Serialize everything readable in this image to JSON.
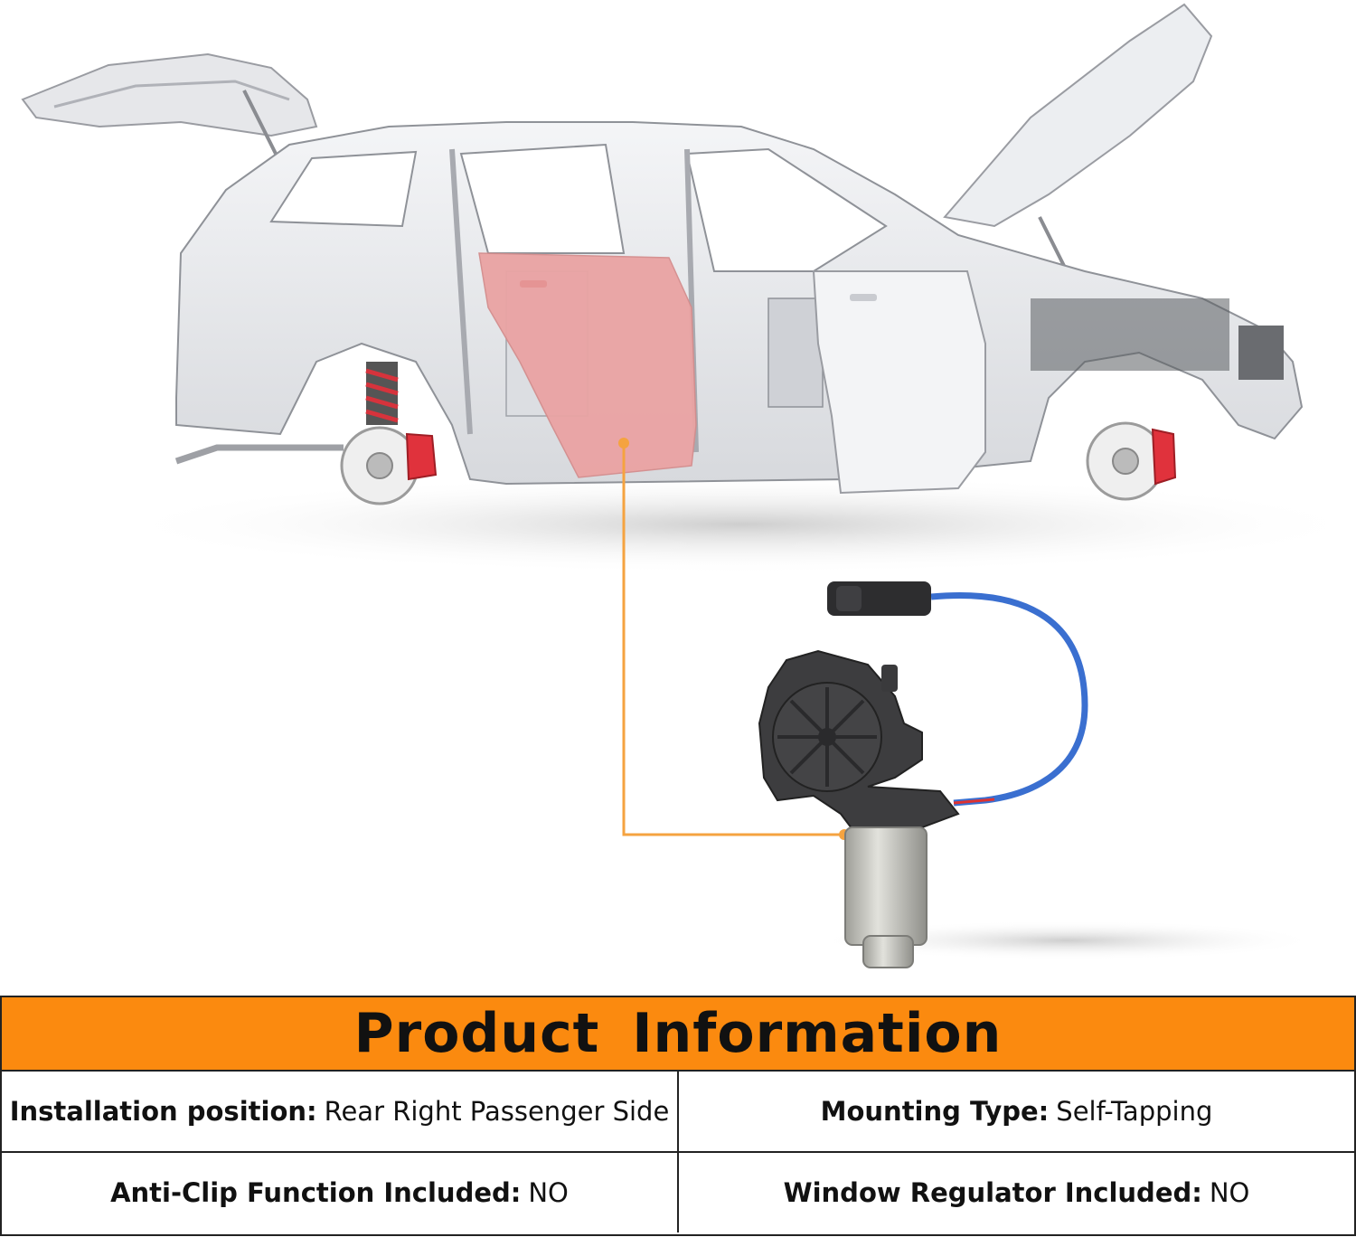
{
  "colors": {
    "header_bg": "#fb8a0f",
    "highlighted_door": "#eaa3a3",
    "leader_line": "#f5a340",
    "caliper": "#e0323c",
    "motor_housing": "#3d3d3f",
    "motor_can": "#c9c9c4",
    "cable": "#3a6fd0"
  },
  "illustration": {
    "car": "car-body-in-white",
    "highlighted_part": "rear-right-door",
    "part": "power-window-motor"
  },
  "product_info": {
    "title": "Product  Information",
    "rows": [
      [
        {
          "label": "Installation position:",
          "value": "Rear Right Passenger Side"
        },
        {
          "label": "Mounting Type:",
          "value": "Self-Tapping"
        }
      ],
      [
        {
          "label": "Anti-Clip Function Included:",
          "value": "NO"
        },
        {
          "label": "Window Regulator Included:",
          "value": "NO"
        }
      ]
    ]
  }
}
